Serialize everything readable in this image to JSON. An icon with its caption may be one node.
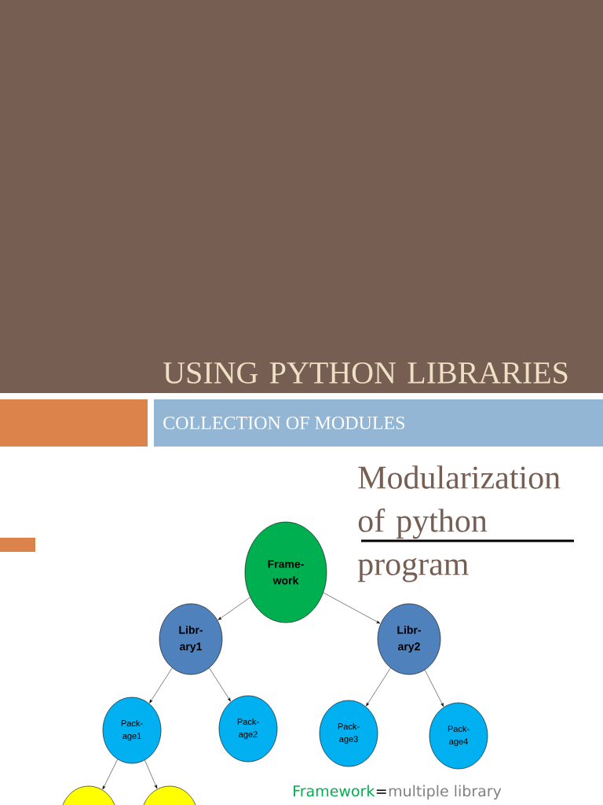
{
  "diagram": {
    "title": "USING PYTHON LIBRARIES",
    "nodes": [
      {
        "text": [
          "Frame- work"
        ]
      },
      {
        "text": [
          "Libr- ary1"
        ]
      },
      {
        "text": [
          "Libr- ary2"
        ]
      },
      {
        "text": [
          "Pack- age1"
        ]
      },
      {
        "text": [
          "Pack- age2"
        ]
      },
      {
        "text": [
          "Pack- age3"
        ]
      },
      {
        "text": [
          "Pack- age4"
        ]
      },
      {
        "text": [],
        "shape": "circle"
      },
      {
        "text": [],
        "shape": "circle"
      }
    ],
    "edges": [
      {
        "from": 0,
        "to": 1,
        "arrow": "to"
      },
      {
        "from": 0,
        "to": 2,
        "arrow": "to"
      },
      {
        "from": 1,
        "to": 3,
        "arrow": "to"
      },
      {
        "from": 1,
        "to": 4,
        "arrow": "to"
      },
      {
        "from": 2,
        "to": 5,
        "arrow": "to"
      },
      {
        "from": 2,
        "to": 6,
        "arrow": "to"
      },
      {
        "from": 3,
        "to": 7,
        "arrow": "to"
      },
      {
        "from": 3,
        "to": 8,
        "arrow": "to"
      }
    ],
    "labels": [
      "COLLECTION OF MODULES",
      "Modularization of python program",
      "Framework",
      "=",
      "multiple library"
    ]
  }
}
